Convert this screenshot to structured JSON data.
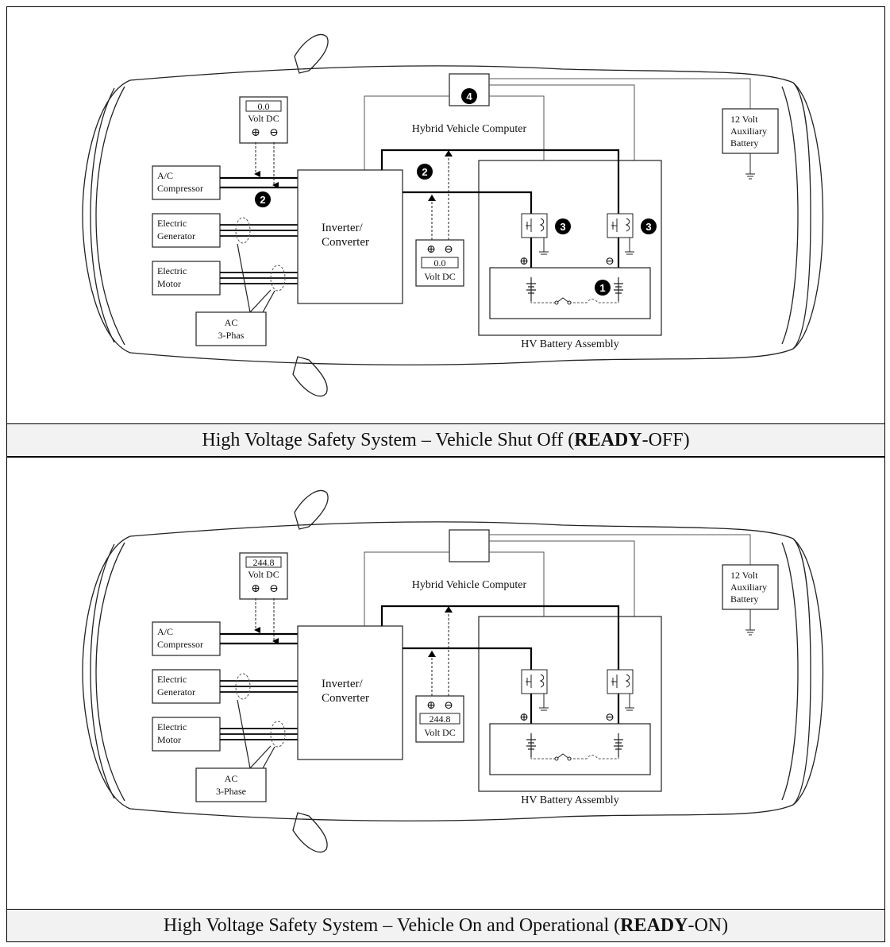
{
  "panels": [
    {
      "caption_prefix": "High Voltage Safety System – Vehicle Shut Off (",
      "caption_bold": "READY",
      "caption_suffix": "-OFF)",
      "meter_top": {
        "reading": "0.0",
        "unit": "Volt DC",
        "pos": "⊕",
        "neg": "⊖"
      },
      "meter_mid": {
        "reading": "0.0",
        "unit": "Volt DC",
        "pos": "⊕",
        "neg": "⊖"
      },
      "computer_label": "Hybrid Vehicle Computer",
      "aux_battery": [
        "12 Volt",
        "Auxiliary",
        "Battery"
      ],
      "ac_compressor": [
        "A/C",
        "Compressor"
      ],
      "generator": [
        "Electric",
        "Generator"
      ],
      "motor": [
        "Electric",
        "Motor"
      ],
      "inverter": [
        "Inverter/",
        "Converter"
      ],
      "ac_phase": [
        "AC",
        "3-Phas"
      ],
      "hv_battery_label": "HV Battery Assembly",
      "plus": "⊕",
      "minus": "⊖",
      "callouts": {
        "c1": "1",
        "c2": "2",
        "c3": "3",
        "c4": "4"
      }
    },
    {
      "caption_prefix": "High Voltage Safety System – Vehicle On and Operational (",
      "caption_bold": "READY",
      "caption_suffix": "-ON)",
      "meter_top": {
        "reading": "244.8",
        "unit": "Volt DC",
        "pos": "⊕",
        "neg": "⊖"
      },
      "meter_mid": {
        "reading": "244.8",
        "unit": "Volt DC",
        "pos": "⊕",
        "neg": "⊖"
      },
      "computer_label": "Hybrid Vehicle Computer",
      "aux_battery": [
        "12 Volt",
        "Auxiliary",
        "Battery"
      ],
      "ac_compressor": [
        "A/C",
        "Compressor"
      ],
      "generator": [
        "Electric",
        "Generator"
      ],
      "motor": [
        "Electric",
        "Motor"
      ],
      "inverter": [
        "Inverter/",
        "Converter"
      ],
      "ac_phase": [
        "AC",
        "3-Phase"
      ],
      "hv_battery_label": "HV Battery Assembly",
      "plus": "⊕",
      "minus": "⊖"
    }
  ]
}
